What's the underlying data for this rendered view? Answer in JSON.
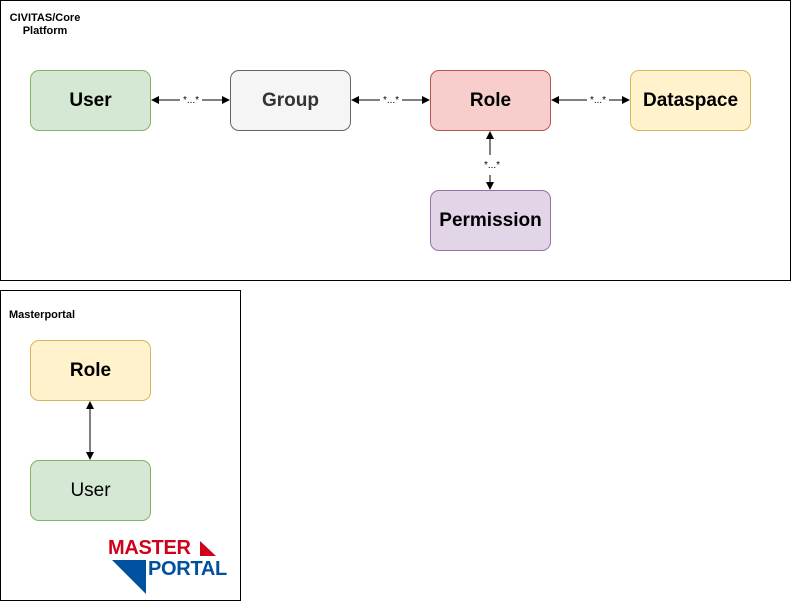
{
  "platform_frame": {
    "title": "CIVITAS/Core\nPlatform"
  },
  "masterportal_frame": {
    "title": "Masterportal"
  },
  "platform_nodes": {
    "user": "User",
    "group": "Group",
    "role": "Role",
    "dataspace": "Dataspace",
    "permission": "Permission"
  },
  "masterportal_nodes": {
    "role": "Role",
    "user": "User"
  },
  "multiplicity": "*...*",
  "logo": {
    "line1": "MASTER",
    "line2": "PORTAL",
    "red": "#d0021b",
    "blue": "#0050a0"
  },
  "colors": {
    "user_fill": "#d5e8d4",
    "user_stroke": "#82b366",
    "group_fill": "#f5f5f5",
    "group_stroke": "#666666",
    "role_fill": "#f8cecc",
    "role_stroke": "#b85450",
    "dataspace_fill": "#fff2cc",
    "dataspace_stroke": "#d6b656",
    "permission_fill": "#e1d5e7",
    "permission_stroke": "#9673a6"
  }
}
